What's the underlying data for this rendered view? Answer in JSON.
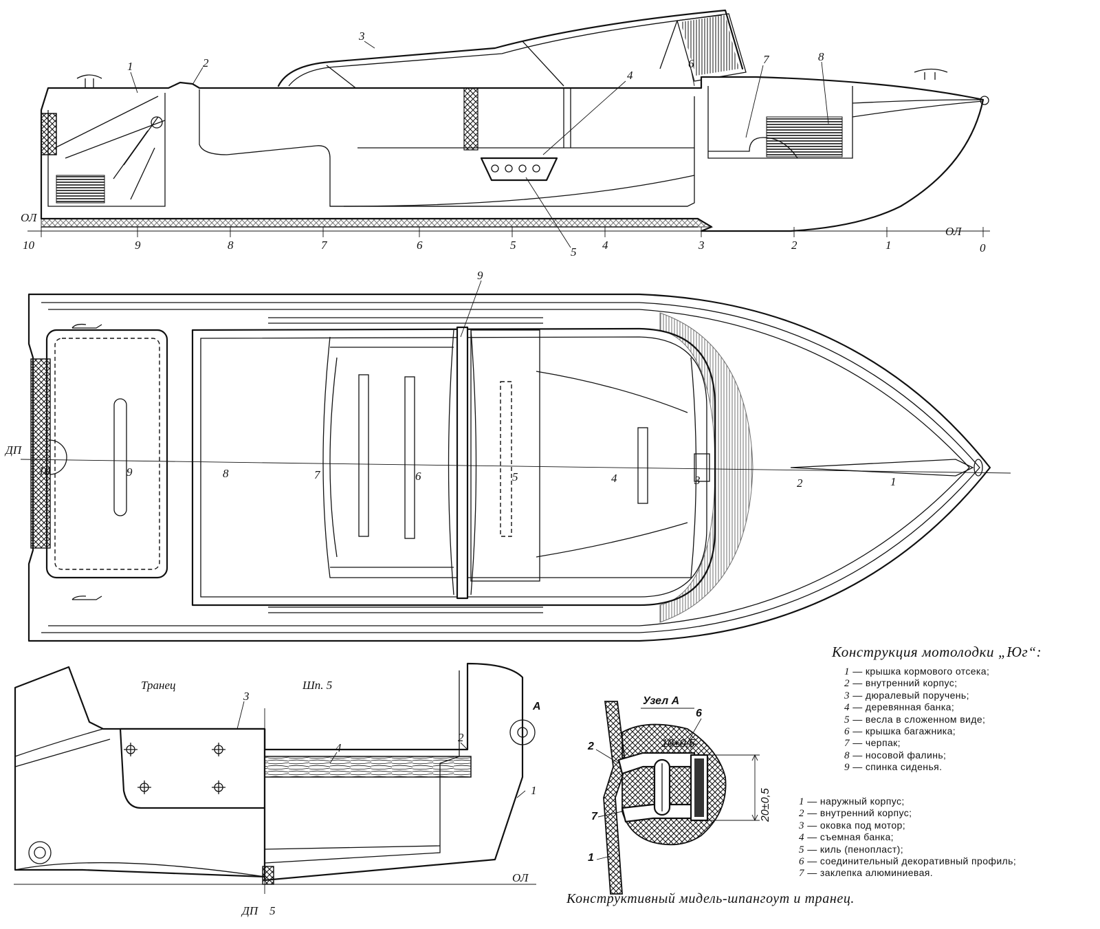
{
  "figure": {
    "title": "Конструкция мотолодки „Юг“:",
    "section_title": "Конструктивный мидель-шпангоут и транец."
  },
  "legend_main": [
    {
      "n": "1",
      "text": "— крышка кормового отсека;"
    },
    {
      "n": "2",
      "text": "— внутренний корпус;"
    },
    {
      "n": "3",
      "text": "— дюралевый поручень;"
    },
    {
      "n": "4",
      "text": "— деревянная банка;"
    },
    {
      "n": "5",
      "text": "— весла в сложенном виде;"
    },
    {
      "n": "6",
      "text": "— крышка багажника;"
    },
    {
      "n": "7",
      "text": "— черпак;"
    },
    {
      "n": "8",
      "text": "— носовой фалинь;"
    },
    {
      "n": "9",
      "text": "— спинка сиденья."
    }
  ],
  "legend_section": [
    {
      "n": "1",
      "text": "— наружный корпус;"
    },
    {
      "n": "2",
      "text": "— внутренний корпус;"
    },
    {
      "n": "3",
      "text": "— оковка под мотор;"
    },
    {
      "n": "4",
      "text": "— съемная банка;"
    },
    {
      "n": "5",
      "text": "— киль (пенопласт);"
    },
    {
      "n": "6",
      "text": "— соединительный декоративный профиль;"
    },
    {
      "n": "7",
      "text": "— заклепка алюминиевая."
    }
  ],
  "side_view": {
    "baseline_label": "ОЛ",
    "callouts": [
      "1",
      "2",
      "3",
      "4",
      "5",
      "6",
      "7",
      "8"
    ],
    "stations": [
      "10",
      "9",
      "8",
      "7",
      "6",
      "5",
      "4",
      "3",
      "2",
      "1",
      "0"
    ]
  },
  "plan_view": {
    "centerline_label": "ДП",
    "callout": "9",
    "stations": [
      "10",
      "9",
      "8",
      "7",
      "6",
      "5",
      "4",
      "3",
      "2",
      "1"
    ]
  },
  "section_view": {
    "transom_label": "Транец",
    "frame_label": "Шп. 5",
    "node_ref": "А",
    "baseline_label": "ОЛ",
    "centerline_label": "ДП",
    "callouts": [
      "1",
      "2",
      "3",
      "4",
      "5"
    ]
  },
  "node_view": {
    "title": "Узел А",
    "dim_width": "10±0,5",
    "dim_height": "20±0,5",
    "callouts": [
      "1",
      "2",
      "6",
      "7"
    ]
  }
}
